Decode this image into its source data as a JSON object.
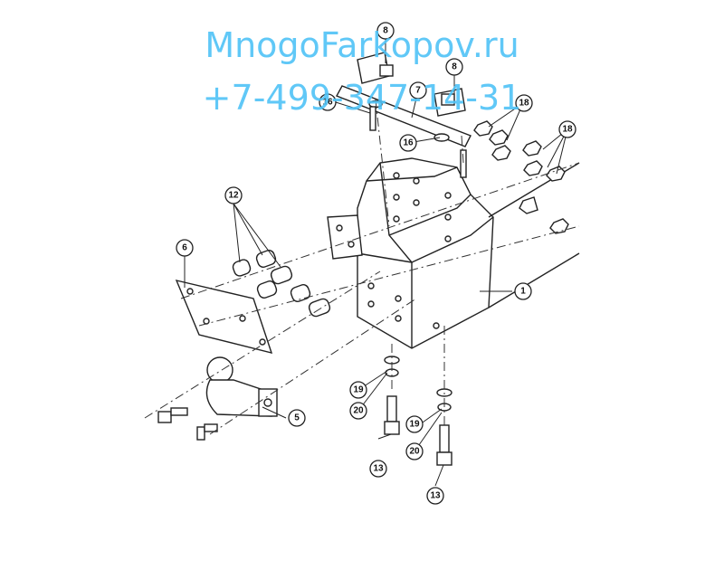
{
  "watermark": {
    "site": "MnogoFarkopov.ru",
    "phone": "+7-499-347-14-31"
  },
  "callouts": {
    "c1": "1",
    "c5": "5",
    "c6": "6",
    "c7": "7",
    "c8a": "8",
    "c8b": "8",
    "c12": "12",
    "c13a": "13",
    "c13b": "13",
    "c16a": "16",
    "c16b": "16",
    "c18a": "18",
    "c18b": "18",
    "c19a": "19",
    "c19b": "19",
    "c20a": "20",
    "c20b": "20"
  }
}
